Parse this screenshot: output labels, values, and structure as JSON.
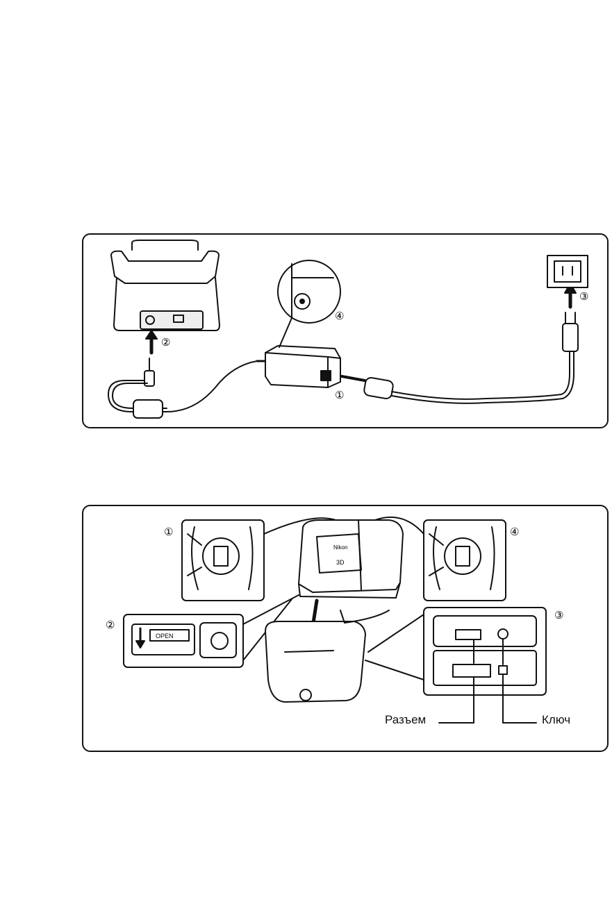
{
  "steps": {
    "s1": "①",
    "s2": "②",
    "s3": "③",
    "s4": "④"
  },
  "labels": {
    "open": "OPEN",
    "brand": "Nikon",
    "model": "3D",
    "connector": "Разъем",
    "key": "Ключ"
  },
  "colors": {
    "ink": "#111111",
    "stipple": "#c8c8c8",
    "background": "#ffffff"
  }
}
